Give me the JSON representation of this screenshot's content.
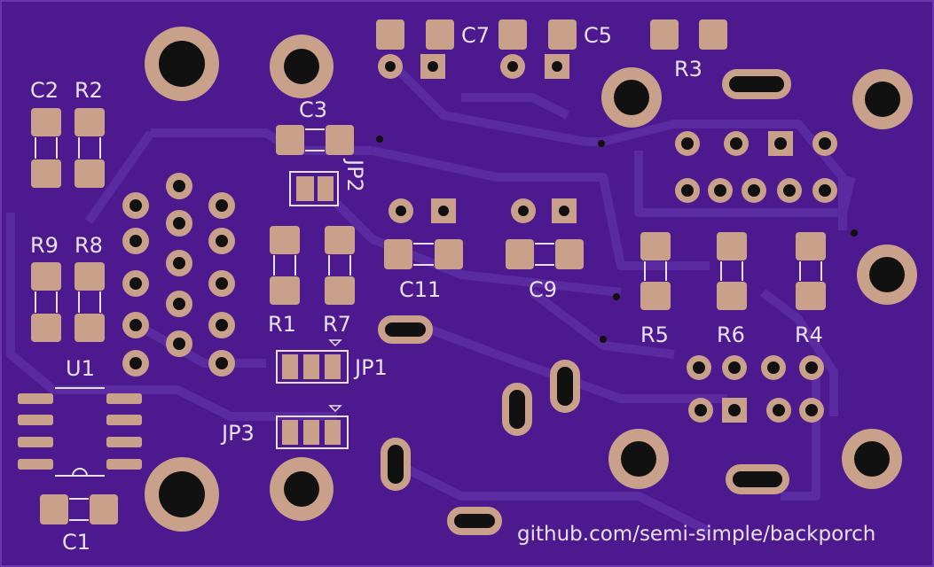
{
  "colors": {
    "board": "#4c1a8e",
    "board_edge": "#6a35b0",
    "copper_trace": "#5a2aa0",
    "pad": "#c9a08a",
    "hole": "#111111",
    "silkscreen": "#e8e0f0"
  },
  "labels": {
    "c1": "C1",
    "c2": "C2",
    "c3": "C3",
    "c5": "C5",
    "c7": "C7",
    "c9": "C9",
    "c11": "C11",
    "r1": "R1",
    "r2": "R2",
    "r3": "R3",
    "r4": "R4",
    "r5": "R5",
    "r6": "R6",
    "r7": "R7",
    "r8": "R8",
    "r9": "R9",
    "u1": "U1",
    "jp1": "JP1",
    "jp2": "JP2",
    "jp3": "JP3",
    "url": "github.com/semi-simple/backporch"
  }
}
